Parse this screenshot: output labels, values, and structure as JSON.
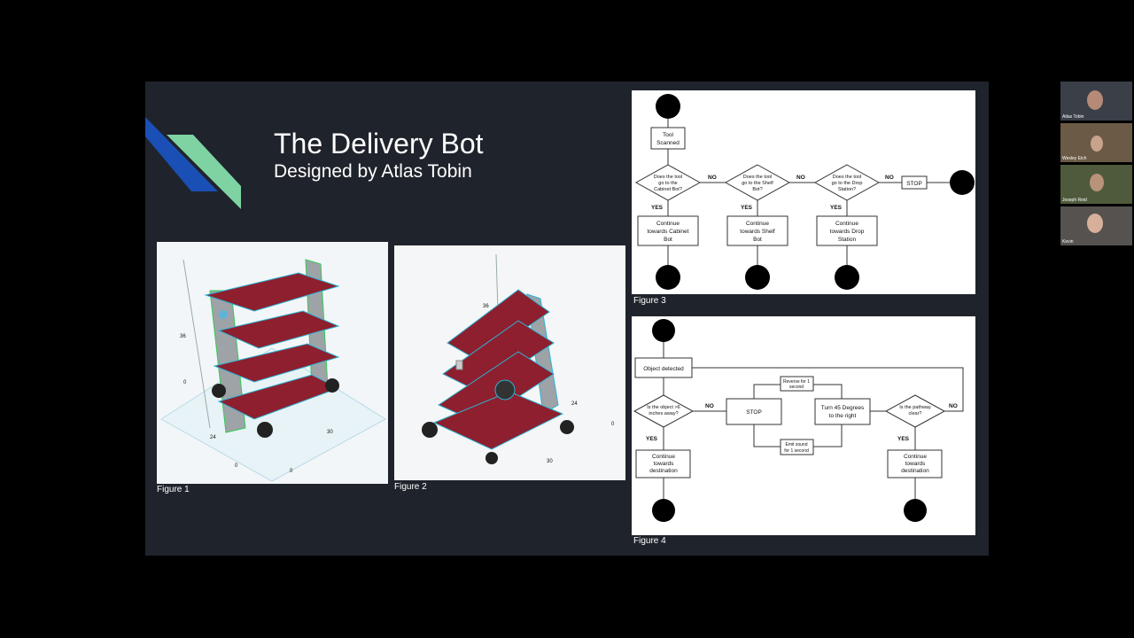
{
  "slide": {
    "title": "The Delivery Bot",
    "subtitle": "Designed by Atlas Tobin",
    "colors": {
      "background": "#1f232b",
      "accent_blue": "#1a4fb5",
      "accent_green": "#7fd3a3"
    }
  },
  "figures": {
    "fig1_caption": "Figure 1",
    "fig2_caption": "Figure 2",
    "fig3_caption": "Figure 3",
    "fig4_caption": "Figure 4",
    "fig1_dims": {
      "height": "36",
      "width": "24",
      "depth": "30",
      "zero_a": "0",
      "zero_b": "0",
      "zero_c": "0"
    },
    "fig2_dims": {
      "height": "36",
      "width": "24",
      "depth": "30",
      "zero": "0"
    }
  },
  "flowchart3": {
    "tool_scanned": [
      "Tool",
      "Scanned"
    ],
    "q1": [
      "Does the tool",
      "go to the",
      "Cabinet Bot?"
    ],
    "q2": [
      "Does the tool",
      "go to the Shelf",
      "Bot?"
    ],
    "q3": [
      "Does the tool",
      "go to the Drop",
      "Station?"
    ],
    "no": "NO",
    "yes": "YES",
    "stop": "STOP",
    "a1": [
      "Continue",
      "towards Cabinet",
      "Bot"
    ],
    "a2": [
      "Continue",
      "towards Shelf",
      "Bot"
    ],
    "a3": [
      "Continue",
      "towards Drop",
      "Station"
    ]
  },
  "flowchart4": {
    "object_detected": "Object detected",
    "q1": [
      "Is the object >6",
      "inches away?"
    ],
    "no": "NO",
    "yes": "YES",
    "stop": "STOP",
    "reverse": [
      "Reverse for 1",
      "second"
    ],
    "emit": [
      "Emit sound",
      "for 1 second"
    ],
    "turn": [
      "Turn 45 Degrees",
      "to the right"
    ],
    "q2": [
      "Is the pathway",
      "clear?"
    ],
    "c1": [
      "Continue",
      "towards",
      "destination"
    ],
    "c2": [
      "Continue",
      "towards",
      "destination"
    ]
  },
  "participants": [
    {
      "name": "Atlas Tobin"
    },
    {
      "name": "Wesley Eich"
    },
    {
      "name": "Joseph Reid"
    },
    {
      "name": "Kevin"
    }
  ]
}
